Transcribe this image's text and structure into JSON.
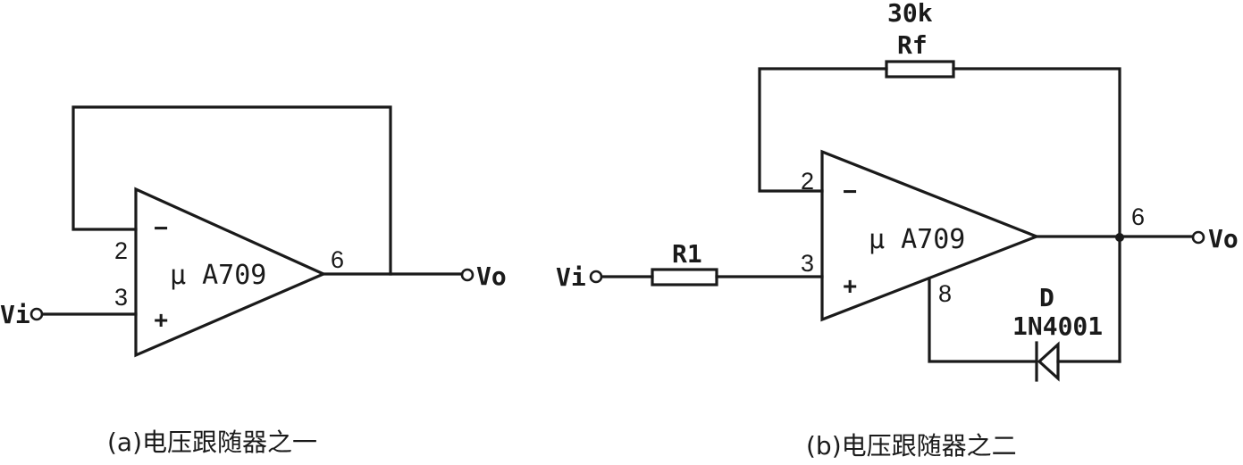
{
  "circuit_a": {
    "opamp": "μ A709",
    "minus": "−",
    "plus": "+",
    "pin_inv": "2",
    "pin_noninv": "3",
    "pin_out": "6",
    "input": "Vi",
    "output": "Vo",
    "caption": "(a)电压跟随器之一"
  },
  "circuit_b": {
    "opamp": "μ A709",
    "minus": "−",
    "plus": "+",
    "pin_inv": "2",
    "pin_noninv": "3",
    "pin_out": "6",
    "pin_8": "8",
    "input": "Vi",
    "output": "Vo",
    "r1_label": "R1",
    "rf_value": "30k",
    "rf_label": "Rf",
    "diode_label": "D",
    "diode_part": "1N4001",
    "caption": "(b)电压跟随器之二"
  }
}
